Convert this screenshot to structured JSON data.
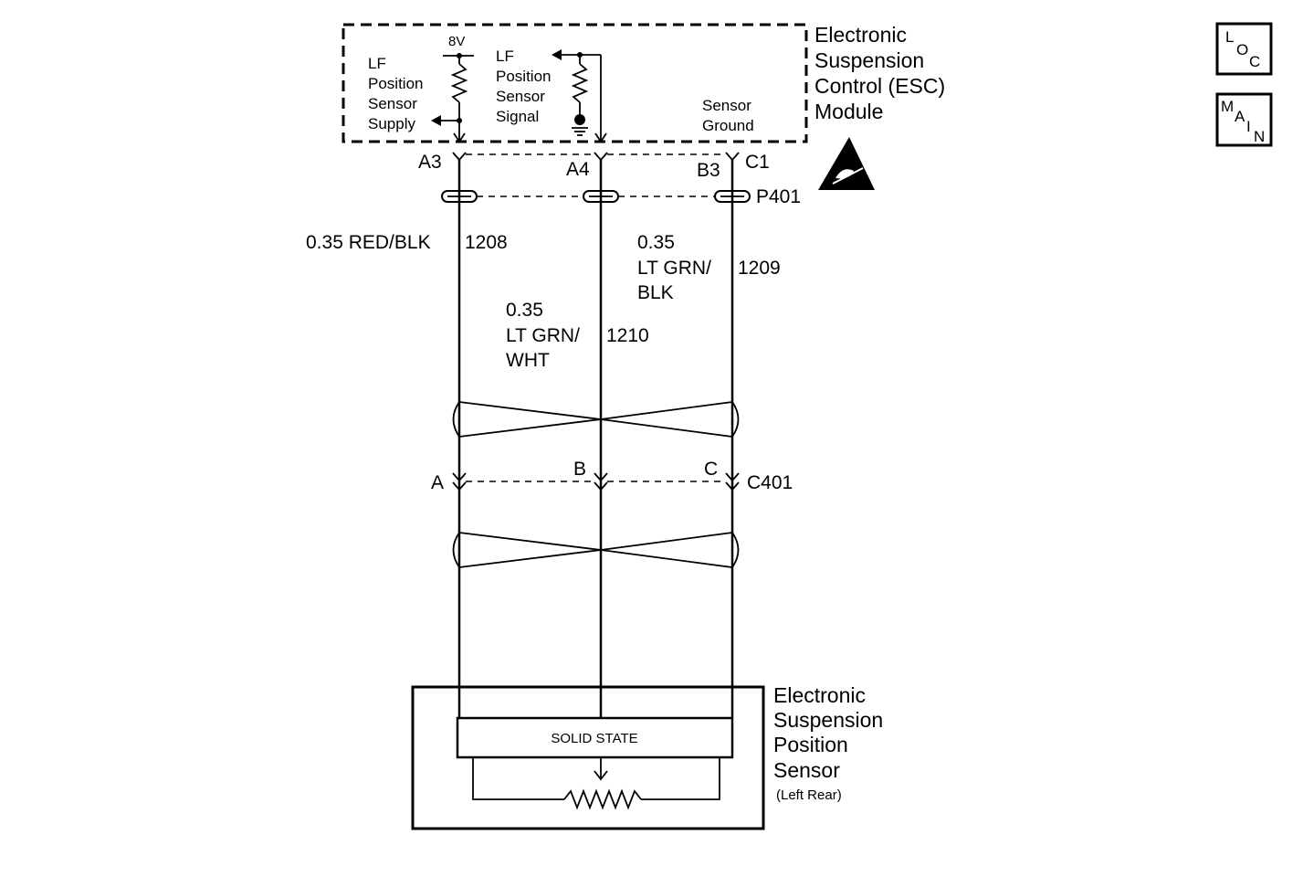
{
  "module": {
    "title_lines": [
      "Electronic",
      "Suspension",
      "Control (ESC)",
      "Module"
    ],
    "voltage": "8V",
    "supply_label_lines": [
      "LF",
      "Position",
      "Sensor",
      "Supply"
    ],
    "signal_label_lines": [
      "LF",
      "Position",
      "Sensor",
      "Signal"
    ],
    "ground_label_lines": [
      "Sensor",
      "Ground"
    ]
  },
  "pins": {
    "a3": "A3",
    "a4": "A4",
    "b3": "B3",
    "c1": "C1"
  },
  "connector_p": "P401",
  "connector_c": "C401",
  "c401_pins": {
    "a": "A",
    "b": "B",
    "c": "C"
  },
  "wires": {
    "w1208": {
      "size_color": "0.35 RED/BLK",
      "circuit": "1208"
    },
    "w1209": {
      "lines": [
        "0.35",
        "LT GRN/",
        "BLK"
      ],
      "circuit": "1209"
    },
    "w1210": {
      "lines": [
        "0.35",
        "LT GRN/",
        "WHT"
      ],
      "circuit": "1210"
    }
  },
  "sensor": {
    "title_lines": [
      "Electronic",
      "Suspension",
      "Position",
      "Sensor"
    ],
    "subtitle": "(Left Rear)",
    "solid_state": "SOLID STATE"
  },
  "nav": {
    "loc": {
      "l1": "L",
      "l2": "O",
      "l3": "C"
    },
    "main": {
      "l1": "M",
      "l2": "A",
      "l3": "I",
      "l4": "N"
    }
  }
}
